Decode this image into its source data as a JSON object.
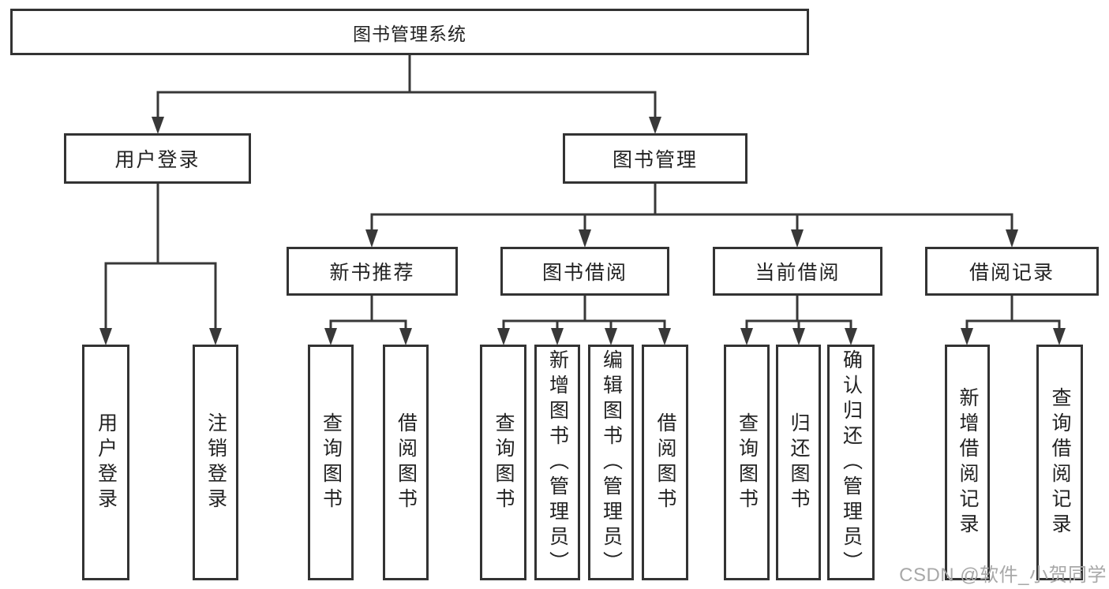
{
  "tree": {
    "label": "图书管理系统",
    "children": [
      {
        "label": "用户登录",
        "children": [
          {
            "label": "用户登录"
          },
          {
            "label": "注销登录"
          }
        ]
      },
      {
        "label": "图书管理",
        "children": [
          {
            "label": "新书推荐",
            "children": [
              {
                "label": "查询图书"
              },
              {
                "label": "借阅图书"
              }
            ]
          },
          {
            "label": "图书借阅",
            "children": [
              {
                "label": "查询图书"
              },
              {
                "label": "新增图书（管理员）"
              },
              {
                "label": "编辑图书（管理员）"
              },
              {
                "label": "借阅图书"
              }
            ]
          },
          {
            "label": "当前借阅",
            "children": [
              {
                "label": "查询图书"
              },
              {
                "label": "归还图书"
              },
              {
                "label": "确认归还（管理员）"
              }
            ]
          },
          {
            "label": "借阅记录",
            "children": [
              {
                "label": "新增借阅记录"
              },
              {
                "label": "查询借阅记录"
              }
            ]
          }
        ]
      }
    ]
  },
  "watermark": "CSDN @软件_小贺同学",
  "colors": {
    "line": "#383838",
    "box_border": "#333333",
    "text": "#222222",
    "watermark": "#a8a8a8",
    "background": "#ffffff"
  }
}
